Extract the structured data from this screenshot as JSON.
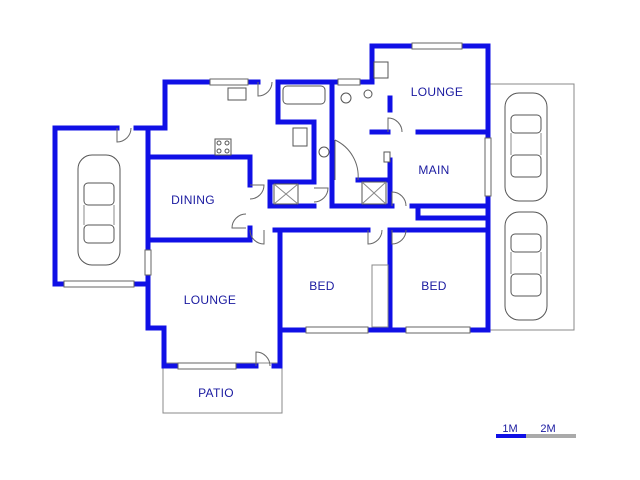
{
  "rooms": {
    "lounge_top": "LOUNGE",
    "main": "MAIN",
    "dining": "DINING",
    "lounge_main": "LOUNGE",
    "bed_left": "BED",
    "bed_right": "BED",
    "patio": "PATIO"
  },
  "scale": {
    "label_1": "1M",
    "label_2": "2M"
  },
  "colors": {
    "wall": "#1010e6",
    "label": "#1a1aa0"
  }
}
